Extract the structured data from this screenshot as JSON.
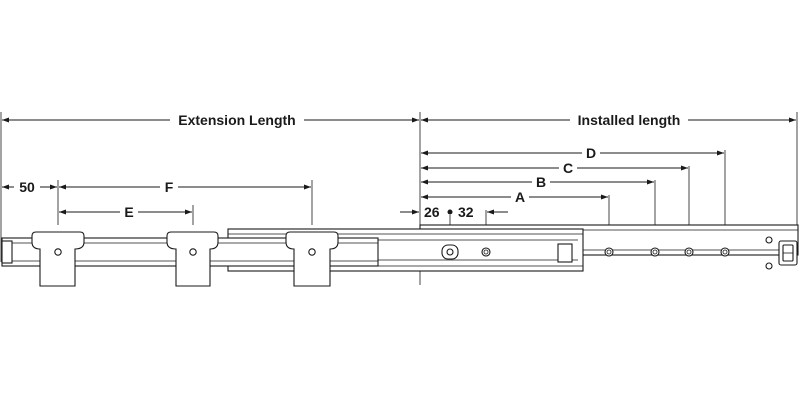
{
  "dimensions": {
    "extension_length": "Extension Length",
    "installed_length": "Installed length",
    "d": "D",
    "c": "C",
    "b": "B",
    "a": "A",
    "f": "F",
    "e": "E",
    "offset_50": "50",
    "hole_26": "26",
    "hole_32": "32"
  },
  "colors": {
    "line": "#1a1a1a",
    "background": "#ffffff"
  }
}
